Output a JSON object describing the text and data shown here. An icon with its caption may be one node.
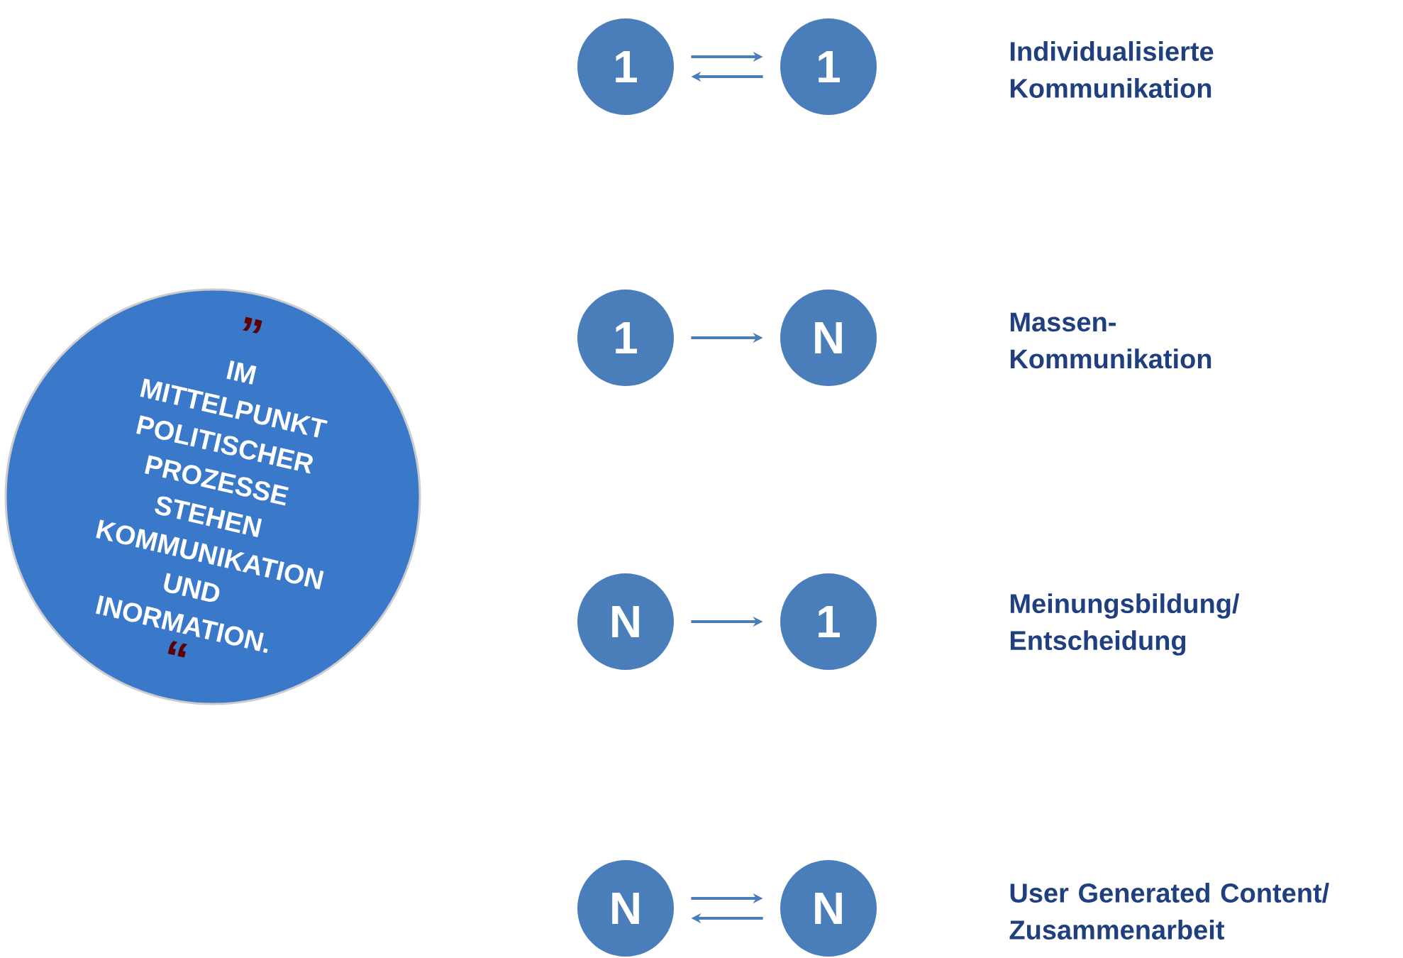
{
  "diagram": {
    "nodes": [
      {
        "text": [
          "”",
          "IM MITTELPUNKT POLITISCHER PROZESSE STEHEN KOMMUNIKATION UND INORMATION.",
          "“"
        ]
      },
      {
        "text": [
          "1"
        ]
      },
      {
        "text": [
          "1"
        ]
      },
      {
        "text": [
          "1"
        ]
      },
      {
        "text": [
          "N"
        ]
      },
      {
        "text": [
          "N"
        ]
      },
      {
        "text": [
          "1"
        ]
      },
      {
        "text": [
          "N"
        ]
      },
      {
        "text": [
          "N"
        ]
      }
    ],
    "edges": [
      {
        "from": 1,
        "to": 2,
        "arrow": "to"
      },
      {
        "from": 2,
        "to": 1,
        "arrow": "to"
      },
      {
        "from": 3,
        "to": 4,
        "arrow": "to"
      },
      {
        "from": 5,
        "to": 6,
        "arrow": "to"
      },
      {
        "from": 7,
        "to": 8,
        "arrow": "to"
      },
      {
        "from": 8,
        "to": 7,
        "arrow": "to"
      }
    ],
    "labels": [
      "Individualisierte Kommunikation",
      "Massen- Kommunikation",
      "Meinungsbildung/ Entscheidung",
      "User Generated Content/ Zusammenarbeit"
    ]
  }
}
